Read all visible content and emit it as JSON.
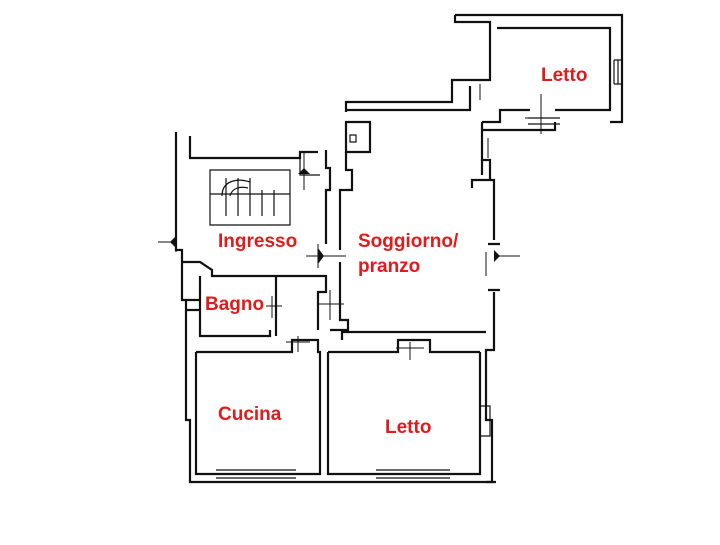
{
  "rooms": {
    "letto_top": "Letto",
    "ingresso": "Ingresso",
    "soggiorno_line1": "Soggiorno/",
    "soggiorno_line2": "pranzo",
    "bagno": "Bagno",
    "cucina": "Cucina",
    "letto_bottom": "Letto"
  },
  "colors": {
    "label": "#e01b1b",
    "wall": "#111111"
  }
}
